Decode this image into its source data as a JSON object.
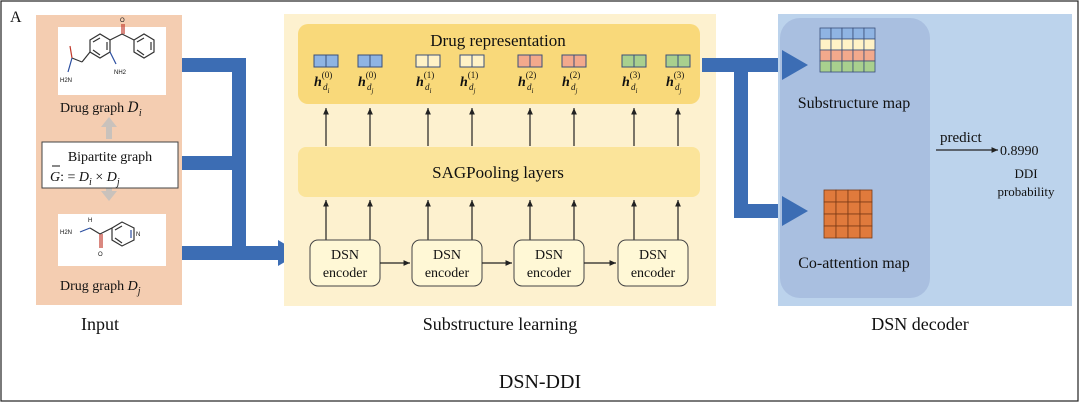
{
  "figure": {
    "panel_label": "A",
    "title": "DSN-DDI"
  },
  "input": {
    "label": "Input",
    "drug_i": {
      "caption_text": "Drug graph ",
      "symbol": "D",
      "subscript": "i"
    },
    "drug_j": {
      "caption_text": "Drug graph ",
      "symbol": "D",
      "subscript": "j"
    },
    "bipartite": {
      "line1": "Bipartite graph",
      "line2_prefix": "G",
      "line2_mid": ": = ",
      "line2_di": "D",
      "line2_di_sub": "i",
      "line2_times": " × ",
      "line2_dj": "D",
      "line2_dj_sub": "j"
    },
    "molecule_i_atoms": {
      "n1": "NH2",
      "n2": "H2N",
      "o": "O"
    },
    "molecule_j_atoms": {
      "h2n": "H2N",
      "nh": "H",
      "n": "N",
      "o": "O"
    }
  },
  "substructure": {
    "label": "Substructure learning",
    "drug_repr_title": "Drug representation",
    "pooling_label": "SAGPooling layers",
    "encoders": [
      {
        "line1": "DSN",
        "line2": "encoder"
      },
      {
        "line1": "DSN",
        "line2": "encoder"
      },
      {
        "line1": "DSN",
        "line2": "encoder"
      },
      {
        "line1": "DSN",
        "line2": "encoder"
      }
    ],
    "reps": [
      {
        "base": "h",
        "sup": "(0)",
        "sub": "d",
        "subsub": "i",
        "color": "#8fb4e3"
      },
      {
        "base": "h",
        "sup": "(0)",
        "sub": "d",
        "subsub": "j",
        "color": "#8fb4e3"
      },
      {
        "base": "h",
        "sup": "(1)",
        "sub": "d",
        "subsub": "i",
        "color": "#fff2c6"
      },
      {
        "base": "h",
        "sup": "(1)",
        "sub": "d",
        "subsub": "j",
        "color": "#fff2c6"
      },
      {
        "base": "h",
        "sup": "(2)",
        "sub": "d",
        "subsub": "i",
        "color": "#f3a98c"
      },
      {
        "base": "h",
        "sup": "(2)",
        "sub": "d",
        "subsub": "j",
        "color": "#f3a98c"
      },
      {
        "base": "h",
        "sup": "(3)",
        "sub": "d",
        "subsub": "i",
        "color": "#a9d08e"
      },
      {
        "base": "h",
        "sup": "(3)",
        "sub": "d",
        "subsub": "j",
        "color": "#a9d08e"
      }
    ]
  },
  "decoder": {
    "label": "DSN decoder",
    "substructure_map": "Substructure map",
    "coattention_map": "Co-attention map",
    "predict": "predict",
    "value": "0.8990",
    "prob_line1": "DDI",
    "prob_line2": "probability",
    "map_row_colors": [
      "#8fb4e3",
      "#fff2c6",
      "#f3a98c",
      "#a9d08e"
    ],
    "coatt_color": "#e07a3c"
  },
  "colors": {
    "input_bg": "#f4cdb1",
    "learning_bg": "#fdf1cf",
    "repr_bg": "#f9d97a",
    "pool_bg": "#fbe49a",
    "encoder_bg": "#fff8d6",
    "decoder_bg": "#bcd3ec",
    "decoder_inner": "#a9bfe0",
    "arrow_blue": "#3c6db4"
  }
}
